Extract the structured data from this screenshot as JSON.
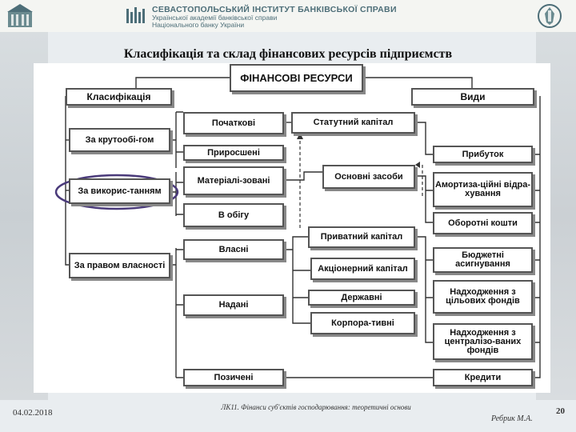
{
  "header": {
    "institute": "СЕВАСТОПОЛЬСЬКИЙ ІНСТИТУТ БАНКІВСЬКОЇ СПРАВИ",
    "sub1": "Української академії банківської справи",
    "sub2": "Національного банку України"
  },
  "title": "Класифікація та склад фінансових ресурсів підприємств",
  "diagram": {
    "root": "ФІНАНСОВІ РЕСУРСИ",
    "classification": "Класифікація",
    "kinds": "Види",
    "criteria": [
      "За крутообі-гом",
      "За викорис-танням",
      "За правом власності"
    ],
    "left_middle": [
      "Початкові",
      "Приросшені",
      "Матеріалі-зовані",
      "В обігу",
      "Власні",
      "Надані",
      "Позичені"
    ],
    "center": [
      "Статутний капітал",
      "Основні засоби",
      "Приватний капітал",
      "Акціонерний капітал",
      "Державні",
      "Корпора-тивні"
    ],
    "right": [
      "Прибуток",
      "Амортиза-ційні відра-хування",
      "Оборотні кошти",
      "Бюджетні асигнування",
      "Надходження з цільових фондів",
      "Надходження з централізо-ваних фондів",
      "Кредити"
    ]
  },
  "footer": {
    "date": "04.02.2018",
    "lecture": "ЛК11. Фінанси суб'єктів господарювання: теоретичні основи",
    "author": "Ребрик М.А.",
    "page": "20"
  },
  "colors": {
    "header_text": "#4d6e78",
    "highlight_ellipse": "#4a3a7a"
  },
  "icons": [
    "institute-building-logo",
    "nbu-emblem-logo",
    "bank-bars-logo"
  ]
}
